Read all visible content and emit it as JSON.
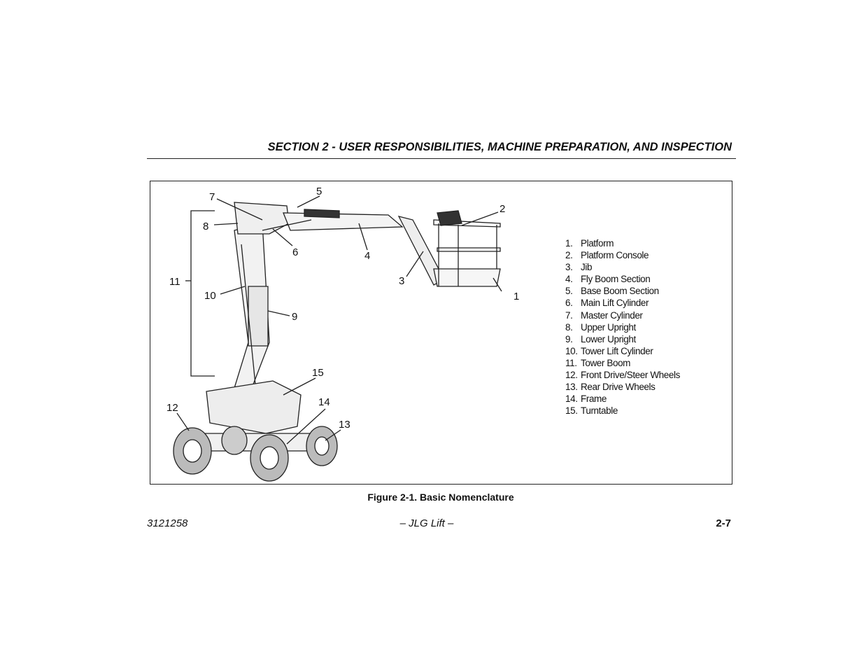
{
  "header": {
    "section_title": "SECTION 2 - USER RESPONSIBILITIES, MACHINE PREPARATION, AND INSPECTION"
  },
  "figure": {
    "callouts": [
      "1",
      "2",
      "3",
      "4",
      "5",
      "6",
      "7",
      "8",
      "9",
      "10",
      "11",
      "12",
      "13",
      "14",
      "15"
    ],
    "legend": [
      {
        "num": "1.",
        "label": "Platform"
      },
      {
        "num": "2.",
        "label": "Platform Console"
      },
      {
        "num": "3.",
        "label": "Jib"
      },
      {
        "num": "4.",
        "label": "Fly Boom Section"
      },
      {
        "num": "5.",
        "label": "Base Boom Section"
      },
      {
        "num": "6.",
        "label": "Main Lift Cylinder"
      },
      {
        "num": "7.",
        "label": "Master Cylinder"
      },
      {
        "num": "8.",
        "label": "Upper Upright"
      },
      {
        "num": "9.",
        "label": "Lower Upright"
      },
      {
        "num": "10.",
        "label": "Tower Lift Cylinder"
      },
      {
        "num": "11.",
        "label": "Tower Boom"
      },
      {
        "num": "12.",
        "label": "Front Drive/Steer Wheels"
      },
      {
        "num": "13.",
        "label": "Rear Drive Wheels"
      },
      {
        "num": "14.",
        "label": "Frame"
      },
      {
        "num": "15.",
        "label": "Turntable"
      }
    ],
    "caption": "Figure 2-1. Basic Nomenclature"
  },
  "footer": {
    "doc_number": "3121258",
    "center": "– JLG Lift –",
    "page": "2-7"
  }
}
